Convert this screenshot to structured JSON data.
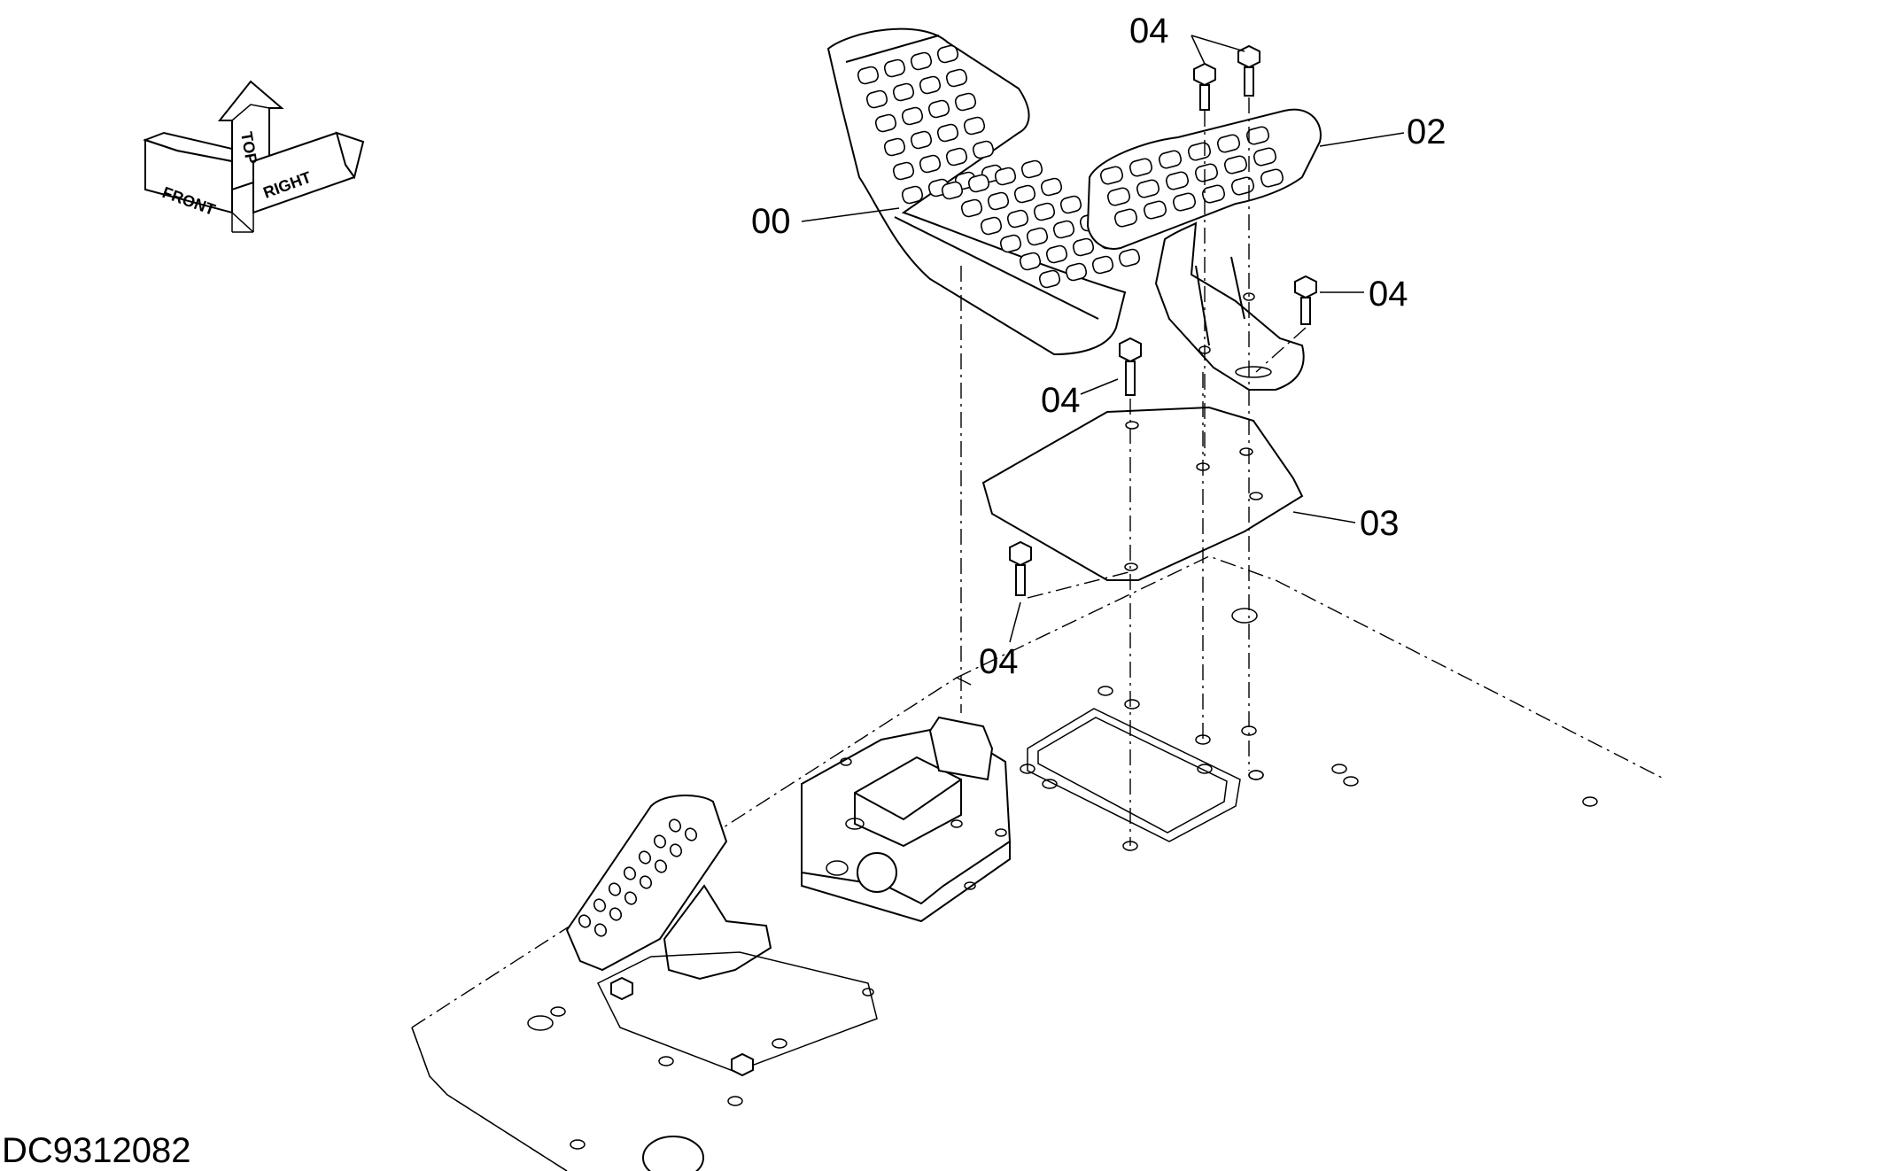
{
  "document_id": "DC9312082",
  "orientation": {
    "front_label": "FRONT",
    "top_label": "TOP",
    "right_label": "RIGHT"
  },
  "callouts": [
    {
      "id": "c00",
      "label": "00"
    },
    {
      "id": "c02",
      "label": "02"
    },
    {
      "id": "c03",
      "label": "03"
    },
    {
      "id": "c04a",
      "label": "04"
    },
    {
      "id": "c04b",
      "label": "04"
    },
    {
      "id": "c04c",
      "label": "04"
    },
    {
      "id": "c04d",
      "label": "04"
    }
  ]
}
